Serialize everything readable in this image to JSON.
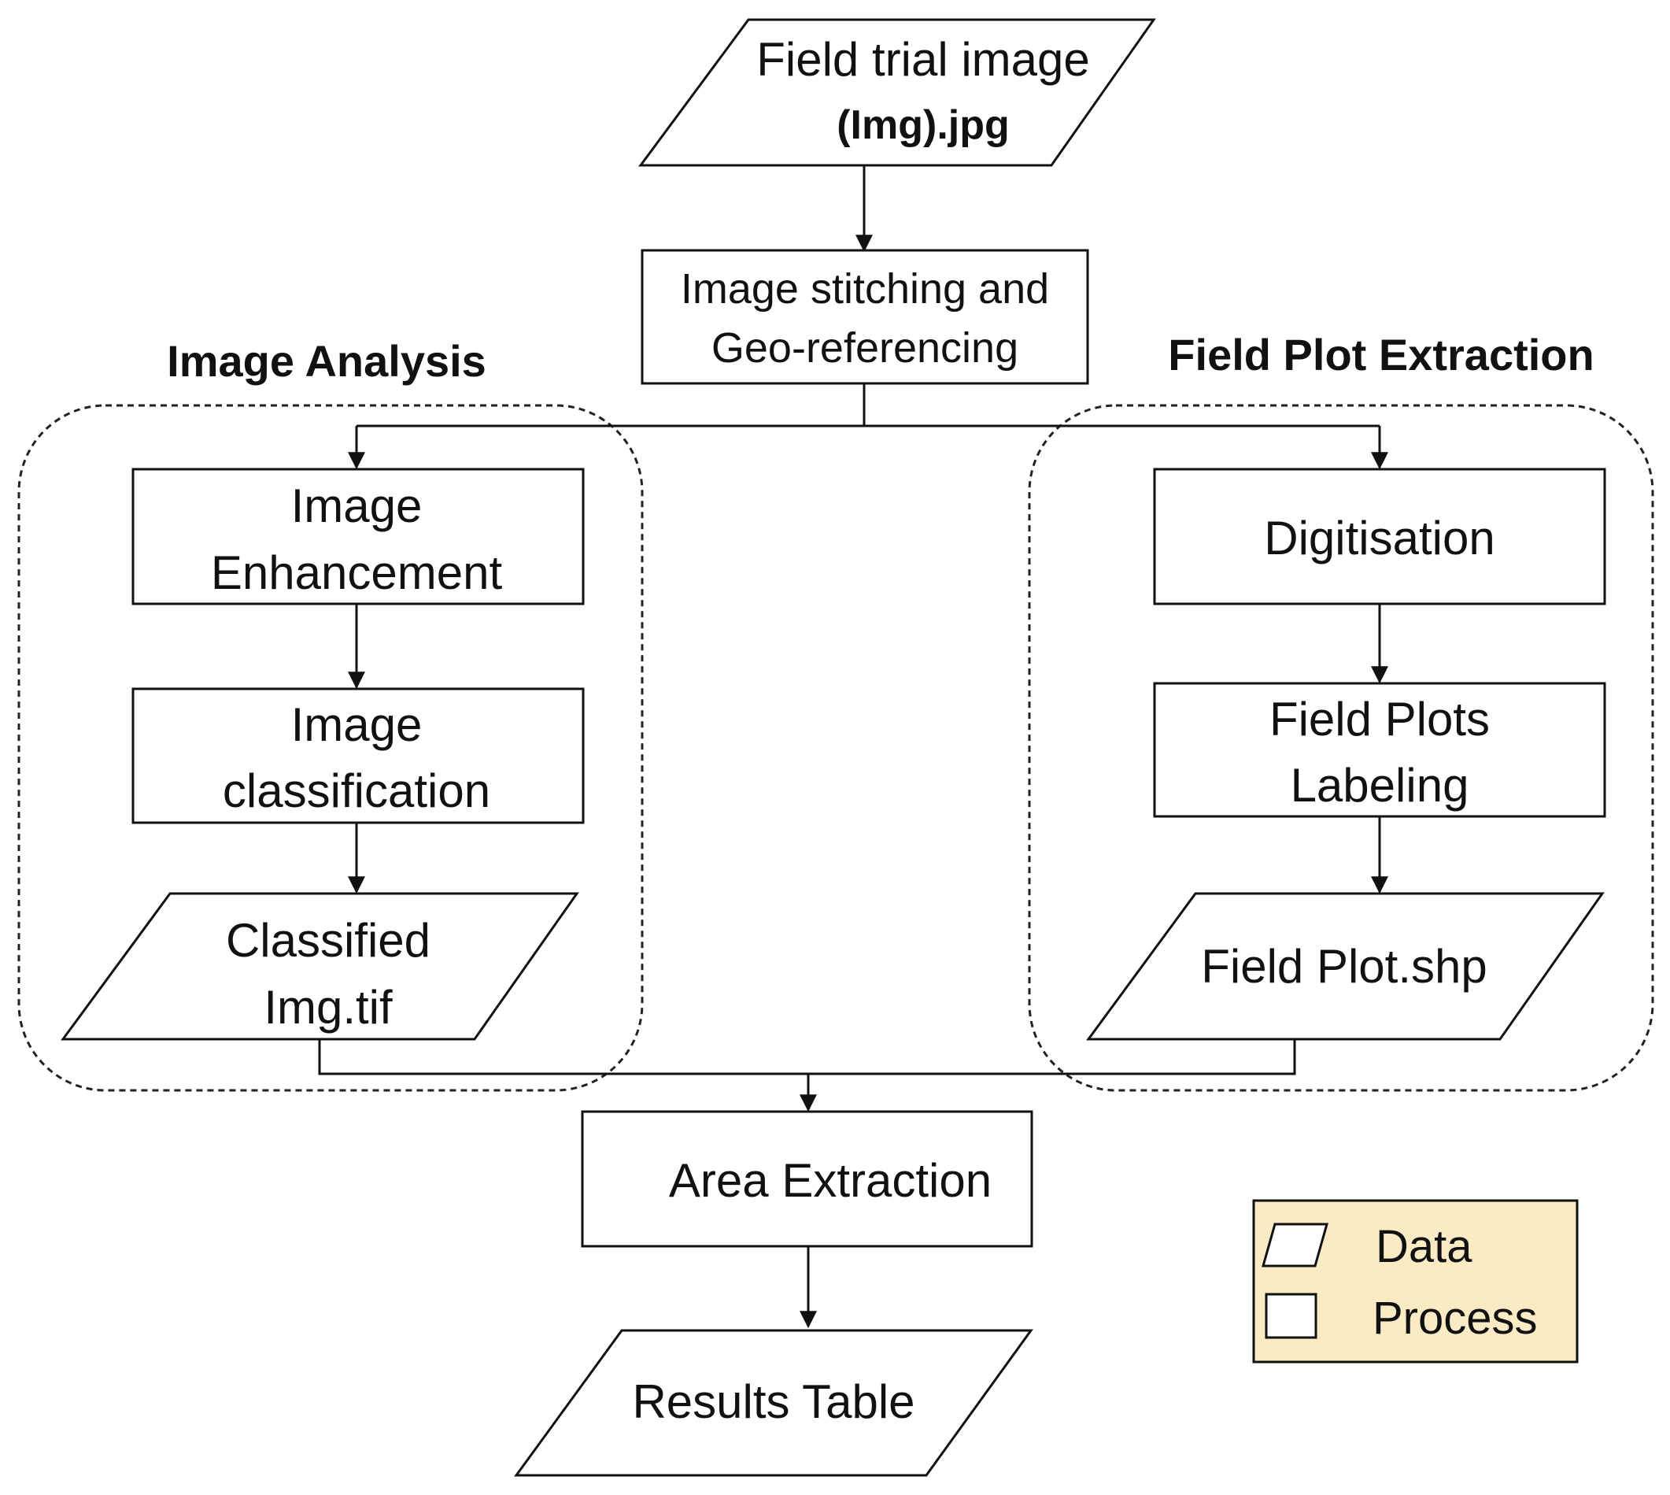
{
  "groups": {
    "image_analysis": "Image Analysis",
    "field_plot_extraction": "Field Plot Extraction"
  },
  "nodes": {
    "field_trial_image": {
      "line1": "Field trial image",
      "line2": "(Img).jpg",
      "shape": "data"
    },
    "image_stitching": {
      "line1": "Image stitching and",
      "line2": "Geo-referencing",
      "shape": "process"
    },
    "image_enhancement": {
      "line1": "Image",
      "line2": "Enhancement",
      "shape": "process"
    },
    "image_classification": {
      "line1": "Image",
      "line2": "classification",
      "shape": "process"
    },
    "classified_img": {
      "line1": "Classified",
      "line2": "Img.tif",
      "shape": "data"
    },
    "digitisation": {
      "line1": "Digitisation",
      "shape": "process"
    },
    "field_plots_labeling": {
      "line1": "Field Plots",
      "line2": "Labeling",
      "shape": "process"
    },
    "field_plot_shp": {
      "line1": "Field Plot.shp",
      "shape": "data"
    },
    "area_extraction": {
      "line1": "Area Extraction",
      "shape": "process"
    },
    "results_table": {
      "line1": "Results Table",
      "shape": "data"
    }
  },
  "legend": {
    "data_label": "Data",
    "process_label": "Process",
    "background": "#FBEBC4"
  }
}
